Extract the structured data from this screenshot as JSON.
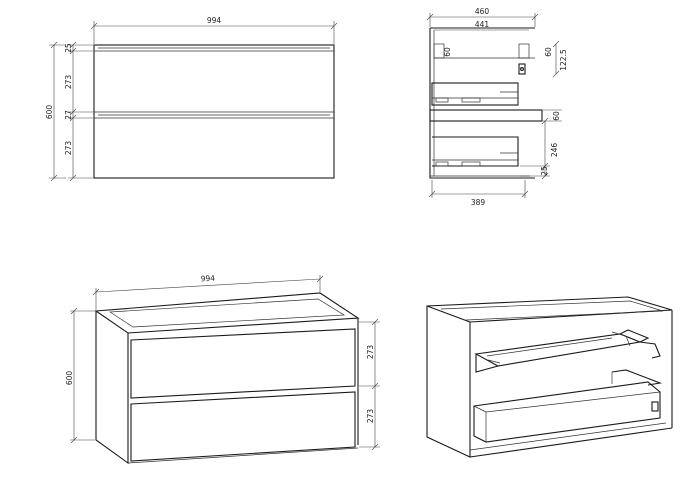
{
  "colors": {
    "line": "#1a1a1a",
    "background": "#ffffff"
  },
  "front_view": {
    "width": "994",
    "top_gap": "25",
    "drawer_1": "273",
    "mid_gap": "27",
    "drawer_2": "273",
    "total_height": "600"
  },
  "side_section": {
    "depth": "460",
    "inner_depth": "441",
    "rail_left": "60",
    "rail_right": "60",
    "offset": "122.5",
    "shelf": "60",
    "lower_drawer": "246",
    "base": "25",
    "drawer_depth": "389"
  },
  "iso_front": {
    "width": "994",
    "height": "600",
    "drawer_1": "273",
    "drawer_2": "273"
  }
}
